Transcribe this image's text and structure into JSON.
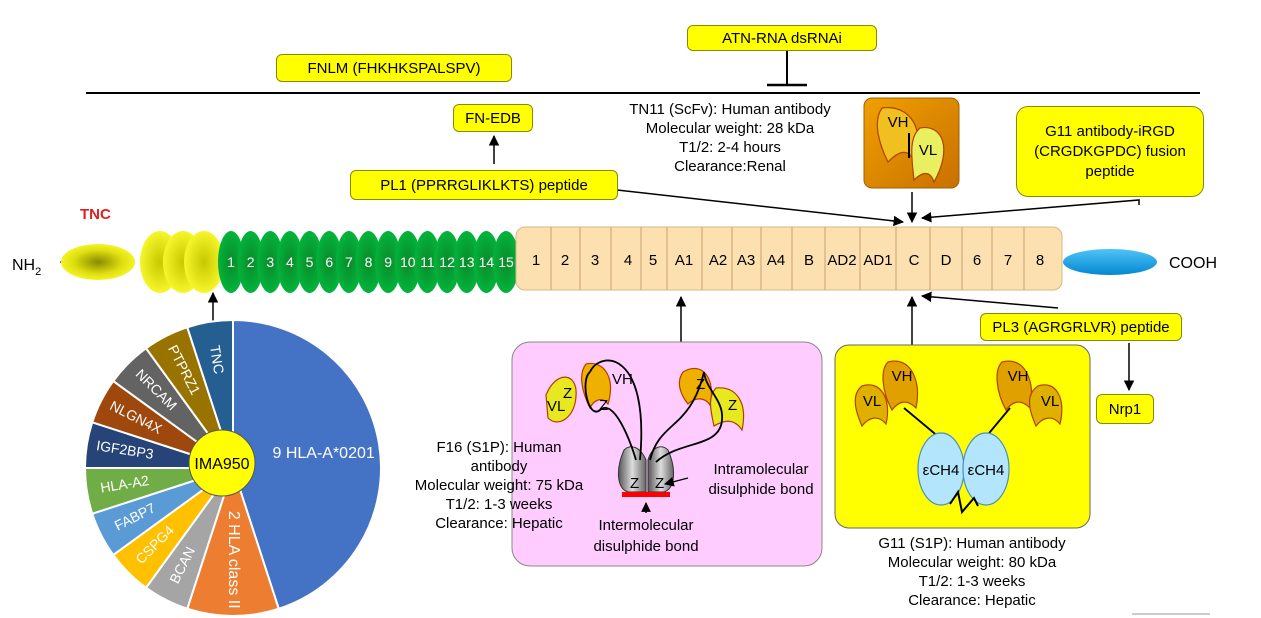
{
  "top_boxes": {
    "fnlm": "FNLM (FHKHKSPALSPV)",
    "atn": "ATN-RNA dsRNAi",
    "fn_edb": "FN-EDB",
    "pl1": "PL1 (PPRRGLIKLKTS) peptide",
    "g11_irgd": [
      "G11 antibody-iRGD",
      "(CRGDKGPDC) fusion",
      "peptide"
    ],
    "pl3": "PL3 (AGRGRLVR) peptide",
    "nrp1": "Nrp1"
  },
  "tn11": {
    "lines": [
      "TN11 (ScFv): Human antibody",
      "Molecular weight: 28 kDa",
      "T1/2: 2-4 hours",
      "Clearance:Renal"
    ],
    "vh": "VH",
    "vl": "VL"
  },
  "molecule": {
    "tnc_label": "TNC",
    "nh2": "NH",
    "nh2_sub": "2",
    "cooh": "COOH",
    "egf_repeats": [
      "1",
      "2",
      "3",
      "4",
      "5",
      "6",
      "7",
      "8",
      "9",
      "10",
      "11",
      "12",
      "13",
      "14",
      "15"
    ],
    "fn_domains": [
      "1",
      "2",
      "3",
      "4",
      "5",
      "A1",
      "A2",
      "A3",
      "A4",
      "B",
      "AD2",
      "AD1",
      "C",
      "D",
      "6",
      "7",
      "8"
    ]
  },
  "f16": {
    "lines": [
      "F16 (S1P): Human",
      "antibody",
      "Molecular weight: 75 kDa",
      "T1/2: 1-3 weeks",
      "Clearance: Hepatic"
    ],
    "vl": "VL",
    "vh": "VH",
    "z": "Z",
    "intramolecular": [
      "Intramolecular",
      "disulphide bond"
    ],
    "intermolecular": [
      "Intermolecular",
      "disulphide bond"
    ]
  },
  "g11": {
    "lines": [
      "G11 (S1P): Human antibody",
      "Molecular weight: 80 kDa",
      "T1/2: 1-3 weeks",
      "Clearance: Hepatic"
    ],
    "vh": "VH",
    "vl": "VL",
    "ch4": "εCH4"
  },
  "pie": {
    "center_label": "IMA950",
    "slices": [
      {
        "label": "9 HLA-A*0201",
        "value": 9,
        "color": "#4472c4"
      },
      {
        "label": "2 HLA class II",
        "value": 2,
        "color": "#ed7d31"
      },
      {
        "label": "BCAN",
        "value": 1,
        "color": "#a5a5a5"
      },
      {
        "label": "CSPG4",
        "value": 1,
        "color": "#ffc000"
      },
      {
        "label": "FABP7",
        "value": 1,
        "color": "#5b9bd5"
      },
      {
        "label": "HLA-A2",
        "value": 1,
        "color": "#70ad47"
      },
      {
        "label": "IGF2BP3",
        "value": 1,
        "color": "#264478"
      },
      {
        "label": "NLGN4X",
        "value": 1,
        "color": "#9e480e"
      },
      {
        "label": "NRCAM",
        "value": 1,
        "color": "#636363"
      },
      {
        "label": "PTPRZ1",
        "value": 1,
        "color": "#997300"
      },
      {
        "label": "TNC",
        "value": 1,
        "color": "#255e91"
      }
    ]
  }
}
